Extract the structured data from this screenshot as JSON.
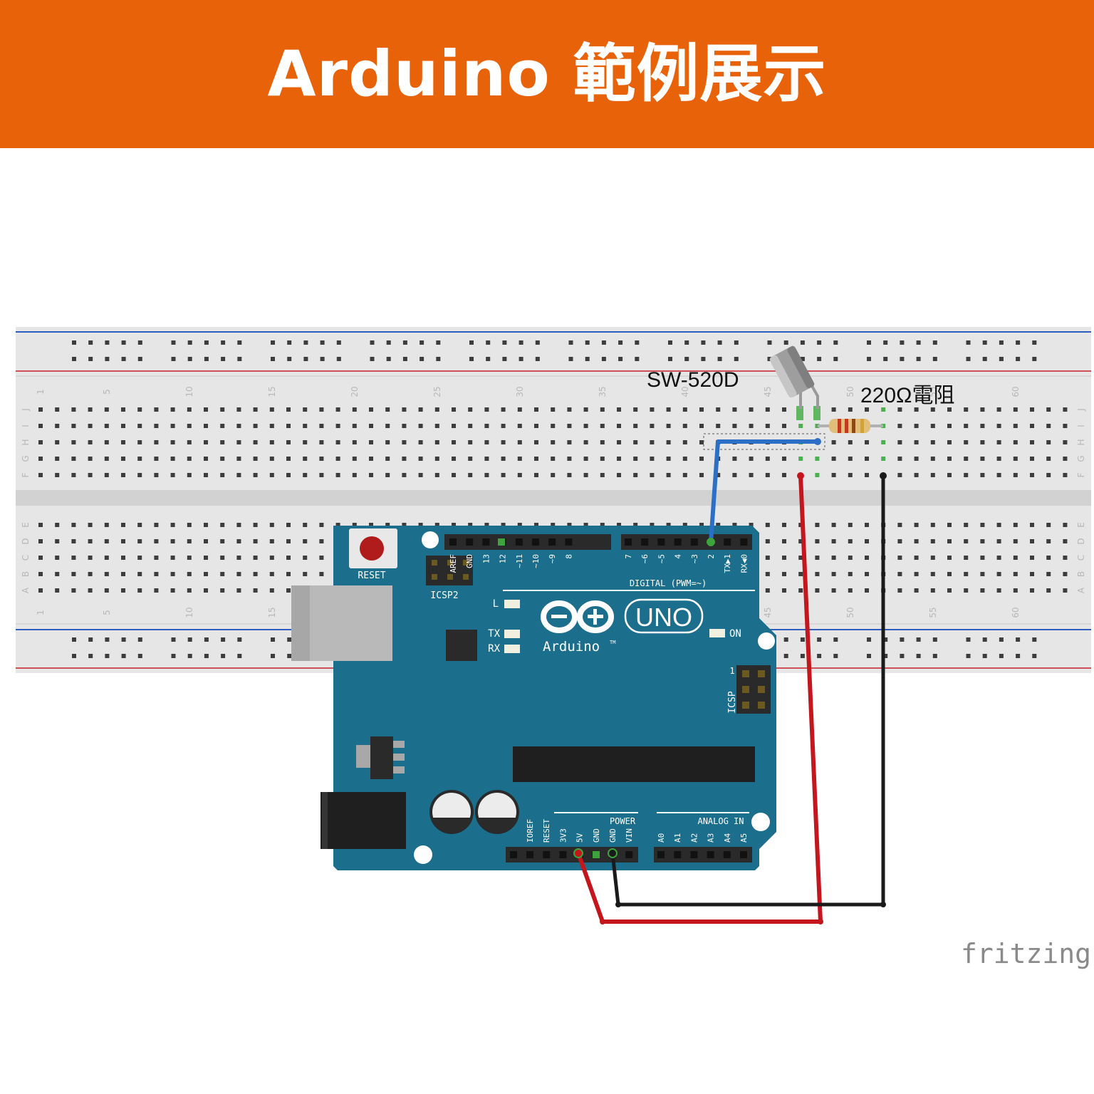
{
  "header": {
    "title": "Arduino 範例展示",
    "background": "#e8620a"
  },
  "breadboard": {
    "column_numbers": [
      "1",
      "5",
      "10",
      "15",
      "20",
      "25",
      "30",
      "35",
      "40",
      "45",
      "50",
      "55",
      "60"
    ],
    "row_letters_top": [
      "J",
      "I",
      "H",
      "G",
      "F"
    ],
    "row_letters_bottom": [
      "E",
      "D",
      "C",
      "B",
      "A"
    ]
  },
  "components": {
    "tilt_sensor_label": "SW-520D",
    "resistor_label": "220Ω電阻"
  },
  "arduino": {
    "reset_label": "RESET",
    "icsp2_label": "ICSP2",
    "icsp_label": "ICSP",
    "icsp_pin1": "1",
    "led_l": "L",
    "led_tx": "TX",
    "led_rx": "RX",
    "led_on": "ON",
    "logo_text": "Arduino",
    "logo_tm": "TM",
    "uno_badge": "UNO",
    "digital_header": "DIGITAL (PWM=~)",
    "power_header": "POWER",
    "analog_header": "ANALOG IN",
    "digital_pins_left": [
      "AREF",
      "GND",
      "13",
      "12",
      "~11",
      "~10",
      "~9",
      "8"
    ],
    "digital_pins_right": [
      "7",
      "~6",
      "~5",
      "4",
      "~3",
      "2",
      "TX▶1",
      "RX◀0"
    ],
    "power_pins": [
      "IOREF",
      "RESET",
      "3V3",
      "5V",
      "GND",
      "GND",
      "VIN"
    ],
    "analog_pins": [
      "A0",
      "A1",
      "A2",
      "A3",
      "A4",
      "A5"
    ]
  },
  "watermark": "fritzing",
  "colors": {
    "board": "#1b6e8c",
    "breadboard": "#e5e5e5",
    "wire_red": "#c4161c",
    "wire_black": "#1a1a1a",
    "wire_blue": "#2b6fc6"
  }
}
